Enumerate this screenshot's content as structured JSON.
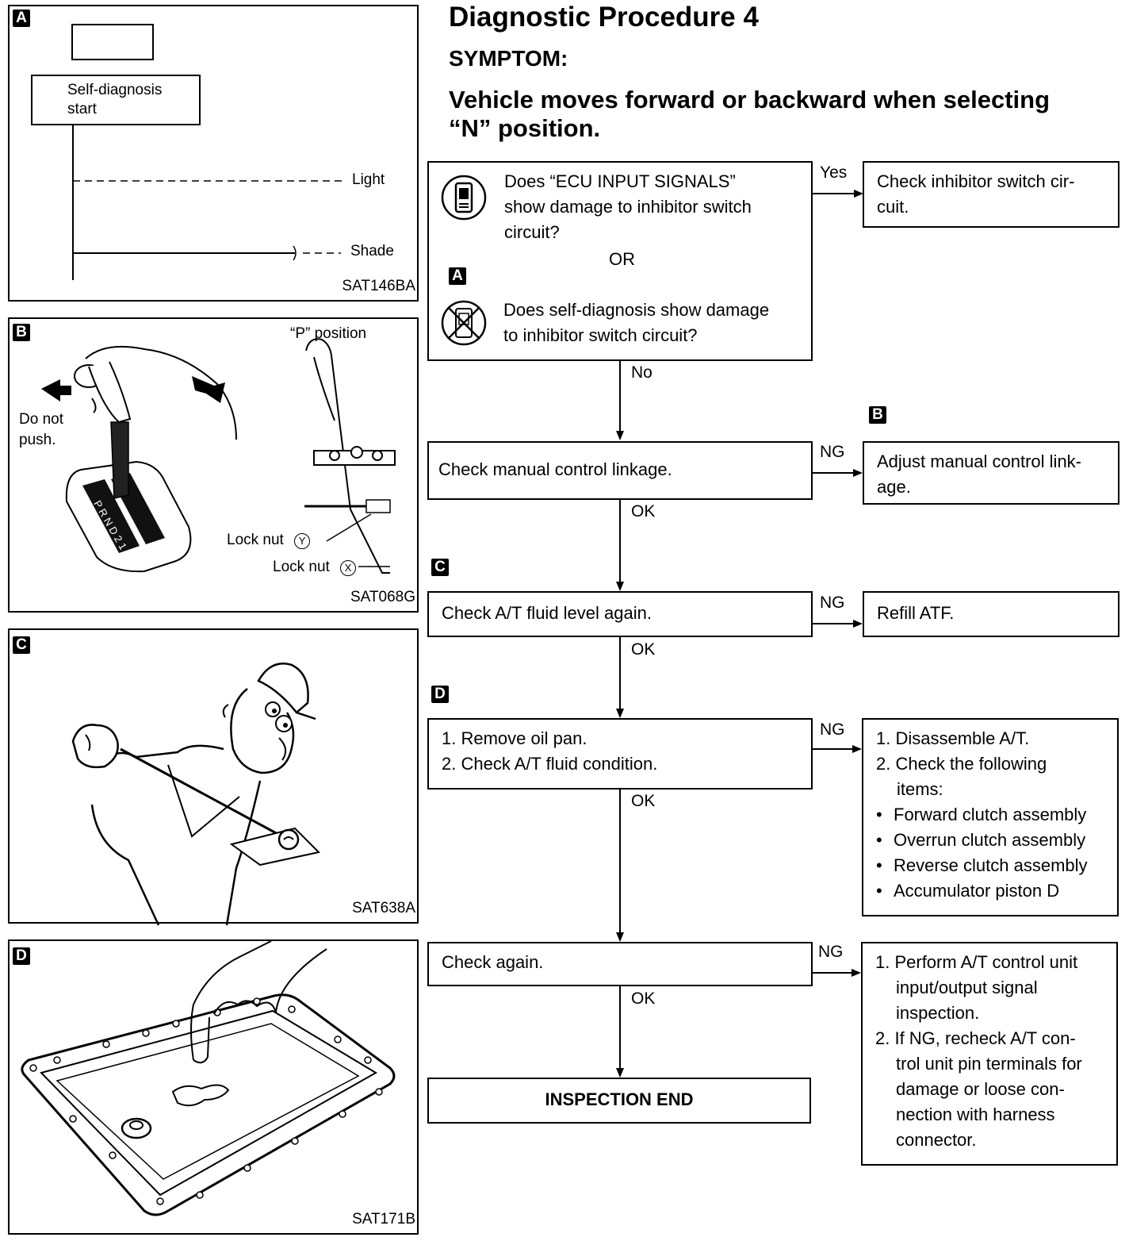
{
  "header": {
    "title": "Diagnostic Procedure 4",
    "symptom_label": "SYMPTOM:",
    "symptom_line1": "Vehicle moves forward or backward when selecting",
    "symptom_line2": "“N” position."
  },
  "panels": {
    "a": {
      "badge": "A",
      "step_label": "Self-diagnosis start",
      "light_label": "Light",
      "shade_label": "Shade",
      "code": "SAT146BA"
    },
    "b": {
      "badge": "B",
      "p_position": "“P” position",
      "do_not_push": "Do not push.",
      "lock_nut_y": "Lock nut",
      "lock_nut_y_symbol": "Y",
      "lock_nut_x": "Lock nut",
      "lock_nut_x_symbol": "X",
      "selector_letters": "P R N D 2 1",
      "code": "SAT068G"
    },
    "c": {
      "badge": "C",
      "code": "SAT638A"
    },
    "d": {
      "badge": "D",
      "code": "SAT171B"
    }
  },
  "flow": {
    "q1_line1": "Does “ECU INPUT SIGNALS”",
    "q1_line2": "show damage to inhibitor switch",
    "q1_line3": "circuit?",
    "or_label": "OR",
    "q2_badge": "A",
    "q2_line1": "Does self-diagnosis show damage",
    "q2_line2": "to inhibitor switch circuit?",
    "yes_label": "Yes",
    "yes_result_line1": "Check inhibitor switch cir-",
    "yes_result_line2": "cuit.",
    "no_label": "No",
    "step2_badge": "B",
    "step2": "Check manual control linkage.",
    "step2_ng": "NG",
    "step2_ng_result_line1": "Adjust manual control link-",
    "step2_ng_result_line2": "age.",
    "step2_ok": "OK",
    "step3_badge": "C",
    "step3": "Check A/T fluid level again.",
    "step3_ng": "NG",
    "step3_ng_result": "Refill ATF.",
    "step3_ok": "OK",
    "step4_badge": "D",
    "step4_line1": "1. Remove oil pan.",
    "step4_line2": "2. Check A/T fluid condition.",
    "step4_ng": "NG",
    "step4_ng_result": {
      "line1": "1. Disassemble A/T.",
      "line2": "2. Check the following",
      "line3": "items:",
      "bullets": [
        "Forward clutch assembly",
        "Overrun clutch assembly",
        "Reverse clutch assembly",
        "Accumulator piston D"
      ]
    },
    "step4_ok": "OK",
    "step5": "Check again.",
    "step5_ng": "NG",
    "step5_ng_result": {
      "line1": "1. Perform A/T control unit",
      "line2": "input/output signal",
      "line3": "inspection.",
      "line4": "2. If NG, recheck A/T con-",
      "line5": "trol unit pin terminals for",
      "line6": "damage or loose con-",
      "line7": "nection with harness",
      "line8": "connector."
    },
    "step5_ok": "OK",
    "end": "INSPECTION END"
  },
  "icons": [
    "consult-tester-icon",
    "no-tester-icon",
    "selector-lever-hand-icon",
    "mechanic-checking-dipstick-icon",
    "oil-pan-icon"
  ]
}
